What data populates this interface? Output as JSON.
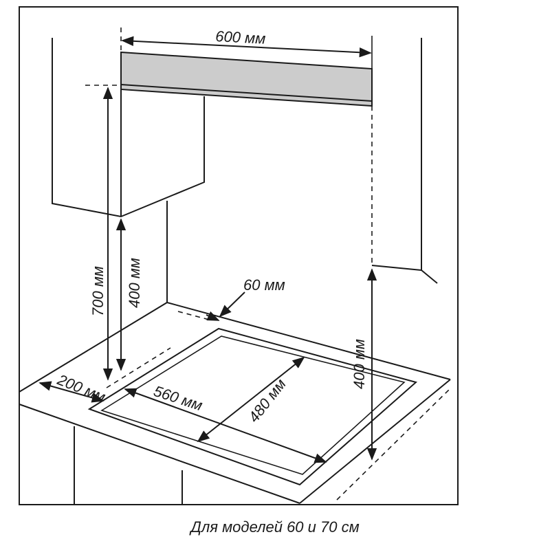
{
  "dimensions": {
    "hood_width": "600 мм",
    "height_to_cabinet": "700 мм",
    "height_to_hood_side": "400 мм",
    "back_gap": "60 мм",
    "right_clearance_height": "400 мм",
    "left_side_gap": "200 мм",
    "cutout_width": "560 мм",
    "cutout_depth": "480 мм"
  },
  "caption": "Для моделей 60 и 70 см",
  "colors": {
    "line": "#1a1a1a",
    "hood_fill": "#cccccc",
    "background": "#ffffff"
  }
}
